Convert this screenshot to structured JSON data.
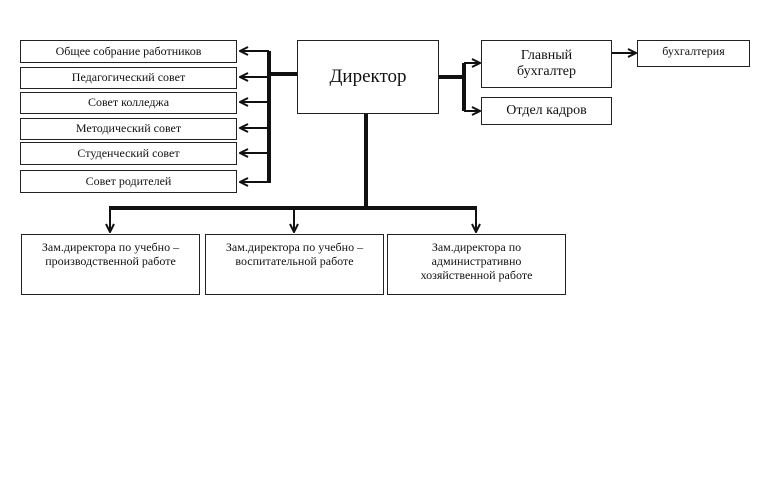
{
  "diagram": {
    "director": "Директор",
    "left_bodies": [
      "Общее собрание работников",
      "Педагогический совет",
      "Совет колледжа",
      "Методический совет",
      "Студенческий совет",
      "Совет родителей"
    ],
    "chief_accountant": "Главный бухгалтер",
    "accounting": "бухгалтерия",
    "hr": "Отдел кадров",
    "deputies": [
      "Зам.директора по учебно – производственной работе",
      "Зам.директора по учебно – воспитательной работе",
      "Зам.директора по административно хозяйственной работе"
    ]
  }
}
